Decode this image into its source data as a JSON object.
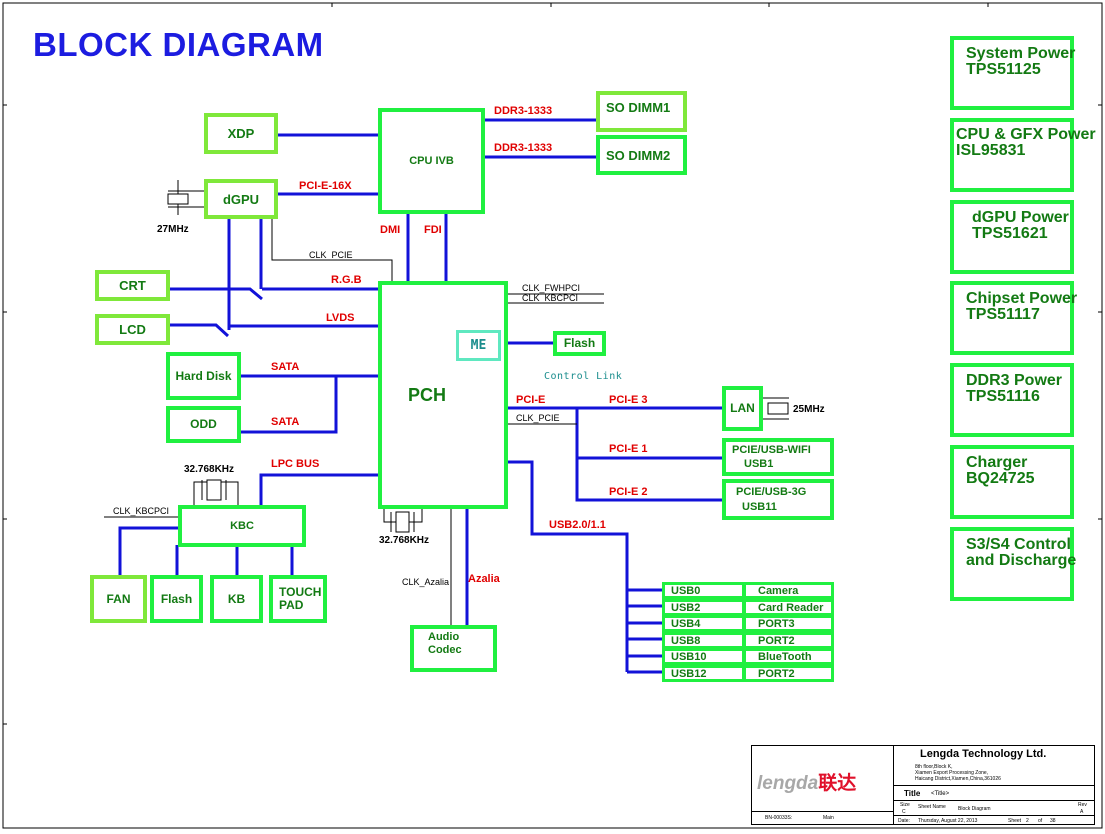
{
  "title": "BLOCK DIAGRAM",
  "blocks": {
    "xdp": "XDP",
    "dgpu": "dGPU",
    "cpu": "CPU IVB",
    "so_dimm1": "SO DIMM1",
    "so_dimm2": "SO DIMM2",
    "crt": "CRT",
    "lcd": "LCD",
    "hard_disk": "Hard Disk",
    "odd": "ODD",
    "pch": "PCH",
    "me": "ME",
    "flash_pch": "Flash",
    "lan": "LAN",
    "wifi": "PCIE/USB-WIFI",
    "wifi_sub": "USB1",
    "g3": "PCIE/USB-3G",
    "g3_sub": "USB11",
    "kbc": "KBC",
    "fan": "FAN",
    "flash_kbc": "Flash",
    "kb": "KB",
    "touch_pad": "TOUCH PAD",
    "audio_codec": "Audio Codec"
  },
  "signals": {
    "ddr1": "DDR3-1333",
    "ddr2": "DDR3-1333",
    "pcie16": "PCI-E-16X",
    "dmi": "DMI",
    "fdi": "FDI",
    "rgb": "R.G.B",
    "lvds": "LVDS",
    "sata1": "SATA",
    "sata2": "SATA",
    "lpc": "LPC BUS",
    "pcie": "PCI-E",
    "pcie3": "PCI-E 3",
    "pcie1": "PCI-E 1",
    "pcie2": "PCI-E 2",
    "usb2": "USB2.0/1.1",
    "azalia": "Azalia"
  },
  "clocks": {
    "clk_pcie_gpu": "CLK_PCIE",
    "clk_fwhpci": "CLK_FWHPCI",
    "clk_kbcpci_pch": "CLK_KBCPCI",
    "clk_pcie_lan": "CLK_PCIE",
    "clk_kbcpci_kbc": "CLK_KBCPCI",
    "clk_azalia": "CLK_Azalia",
    "xtal_gpu": "27MHz",
    "xtal_lan": "25MHz",
    "xtal_kbc": "32.768KHz",
    "xtal_pch": "32.768KHz",
    "control_link": "Control Link"
  },
  "usb_ports": [
    {
      "port": "USB0",
      "device": "Camera"
    },
    {
      "port": "USB2",
      "device": "Card Reader"
    },
    {
      "port": "USB4",
      "device": "PORT3"
    },
    {
      "port": "USB8",
      "device": "PORT2"
    },
    {
      "port": "USB10",
      "device": "BlueTooth"
    },
    {
      "port": "USB12",
      "device": "PORT2"
    }
  ],
  "power": [
    {
      "line1": "System Power",
      "line2": "TPS51125"
    },
    {
      "line1": "CPU & GFX Power",
      "line2": "ISL95831"
    },
    {
      "line1": "dGPU Power",
      "line2": "TPS51621"
    },
    {
      "line1": "Chipset Power",
      "line2": "TPS51117"
    },
    {
      "line1": "DDR3 Power",
      "line2": "TPS51116"
    },
    {
      "line1": "Charger",
      "line2": "BQ24725"
    },
    {
      "line1": "S3/S4 Control",
      "line2": "and Discharge"
    }
  ],
  "title_block": {
    "company": "Lengda Technology Ltd.",
    "logo_text": "lengda",
    "logo_cn": "联达",
    "address1": "8th floor,Block K,",
    "address2": "Xiamen Export Processing Zone,",
    "address3": "Haicang District,Xiamen,China,361026",
    "title_label": "Title",
    "title_value": "<Title>",
    "size_label": "Size",
    "size_value": "C",
    "sheet_label": "Sheet Name",
    "sheet_value": "Block Diagram",
    "rev_label": "Rev",
    "rev_value": "A",
    "date_label": "Date:",
    "date_value": "Thursday, August 22, 2013",
    "sheet_num_label": "Sheet",
    "sheet_num": "2",
    "of_label": "of",
    "sheet_total": "38",
    "doc_label": "BN-00033S:",
    "doc_value": "Main"
  }
}
